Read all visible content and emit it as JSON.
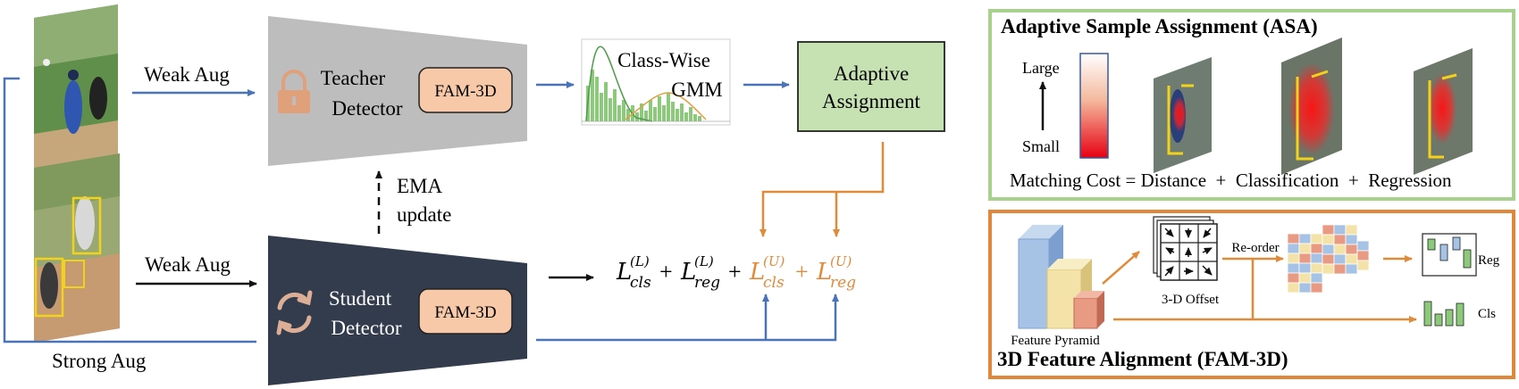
{
  "pipeline": {
    "weak_aug_top": "Weak Aug",
    "weak_aug_bottom": "Weak Aug",
    "strong_aug": "Strong Aug",
    "teacher_line1": "Teacher",
    "teacher_line2": "Detector",
    "student_line1": "Student",
    "student_line2": "Detector",
    "fam_teacher": "FAM-3D",
    "fam_student": "FAM-3D",
    "ema_line1": "EMA",
    "ema_line2": "update",
    "gmm_line1": "Class-Wise",
    "gmm_line2": "GMM",
    "adaptive_line1": "Adaptive",
    "adaptive_line2": "Assignment",
    "loss": {
      "L": "L",
      "cls": "cls",
      "reg": "reg",
      "sup_L": "(L)",
      "sup_U": "(U)",
      "plus": "+"
    }
  },
  "asa": {
    "title": "Adaptive Sample Assignment (ASA)",
    "large": "Large",
    "small": "Small",
    "formula": "Matching Cost = Distance  +  Classification  +  Regression"
  },
  "fam": {
    "title": "3D Feature Alignment (FAM-3D)",
    "feature_pyramid": "Feature Pyramid",
    "offset": "3-D Offset",
    "reorder": "Re-order",
    "reg": "Reg",
    "cls": "Cls"
  },
  "colors": {
    "blue_arrow": "#4a73b8",
    "orange_arrow": "#e08a3a",
    "teacher_fill": "#bdbdbd",
    "student_fill": "#323c4c",
    "fam_fill": "#f7c9a8",
    "assign_fill": "#c6e2b3",
    "asa_border": "#a9d18e",
    "fam_border": "#e0883a"
  }
}
